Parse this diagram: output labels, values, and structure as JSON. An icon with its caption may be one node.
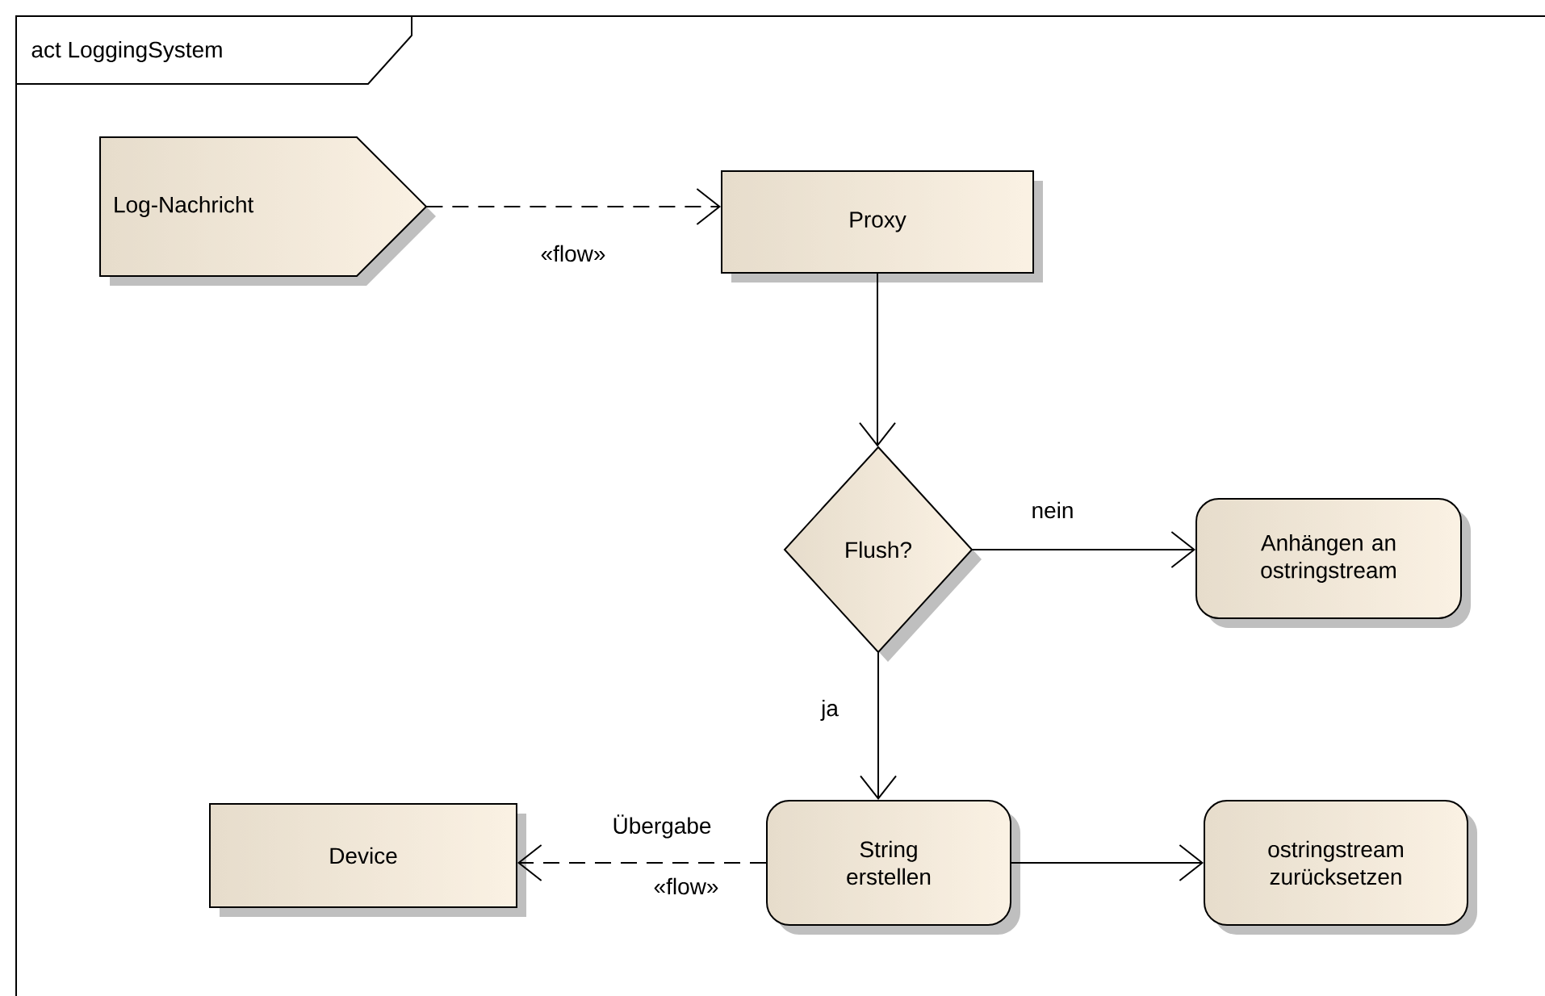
{
  "diagram": {
    "nodes": [
      {
        "text": [
          "act LoggingSystem"
        ]
      },
      {
        "text": [
          "Log-Nachricht"
        ],
        "in": 0
      },
      {
        "text": [
          "Proxy"
        ],
        "in": 0
      },
      {
        "text": [
          "Flush?"
        ],
        "in": 0
      },
      {
        "text": [
          "Anhängen an ostringstream"
        ],
        "in": 0
      },
      {
        "text": [
          "String erstellen"
        ],
        "in": 0
      },
      {
        "text": [
          "Device"
        ],
        "in": 0
      },
      {
        "text": [
          "ostringstream zurücksetzen"
        ],
        "in": 0
      }
    ],
    "edges": [
      {
        "from": 1,
        "to": 2,
        "arrow": "to",
        "style": "dashed",
        "label": "«flow»"
      },
      {
        "from": 2,
        "to": 3,
        "arrow": "to"
      },
      {
        "from": 3,
        "to": 4,
        "arrow": "to",
        "label": "nein"
      },
      {
        "from": 3,
        "to": 5,
        "arrow": "to",
        "label": "ja"
      },
      {
        "from": 5,
        "to": 6,
        "arrow": "to",
        "style": "dashed",
        "label": "Übergabe"
      },
      {
        "from": 5,
        "to": 7,
        "arrow": "to"
      }
    ],
    "labels": [
      "«flow»"
    ]
  }
}
